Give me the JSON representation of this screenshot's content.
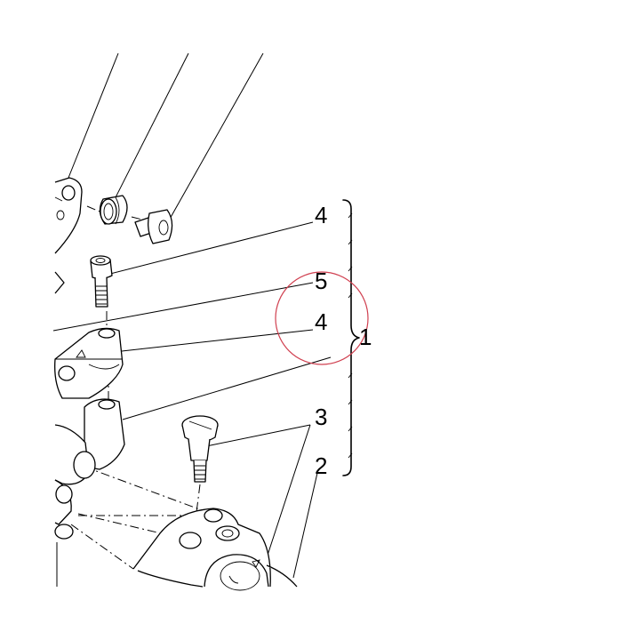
{
  "callouts": {
    "c1": "1",
    "c2": "2",
    "c3": "3",
    "c4_top": "4",
    "c4_mid": "4",
    "c5": "5"
  },
  "colors": {
    "ink": "#000000",
    "highlight_circle": "#d04050",
    "background": "#ffffff"
  }
}
